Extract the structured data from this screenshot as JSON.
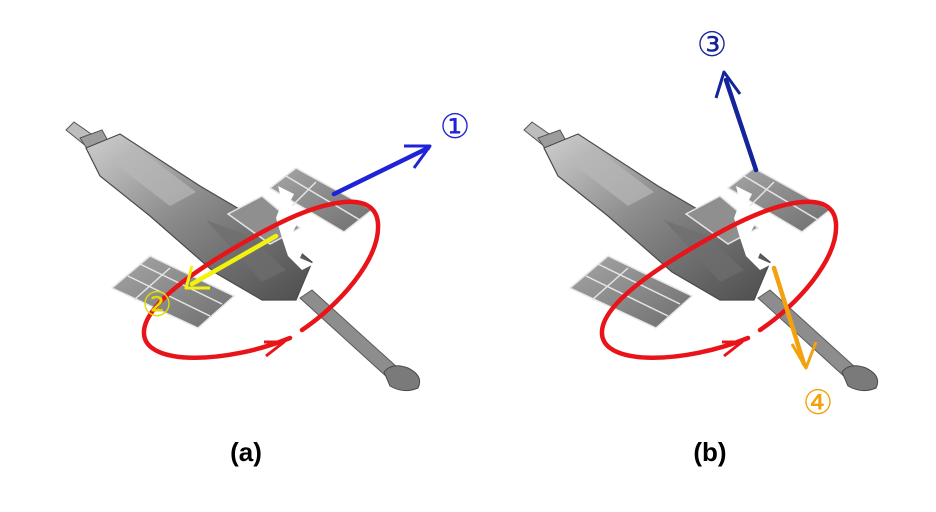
{
  "colors": {
    "axis_1": "#1f22d6",
    "axis_2": "#f2f20e",
    "axis_3": "#14249a",
    "axis_4": "#f2a20e",
    "rotation": "#e8141a",
    "body": "#9a9a9a",
    "panel": "#8c8c8c"
  },
  "panels": [
    {
      "caption": "(a)",
      "markers": [
        {
          "label": "①",
          "color": "#1f22d6"
        },
        {
          "label": "②",
          "color": "#f2f20e"
        }
      ]
    },
    {
      "caption": "(b)",
      "markers": [
        {
          "label": "③",
          "color": "#14249a"
        },
        {
          "label": "④",
          "color": "#f2a20e"
        }
      ]
    }
  ]
}
